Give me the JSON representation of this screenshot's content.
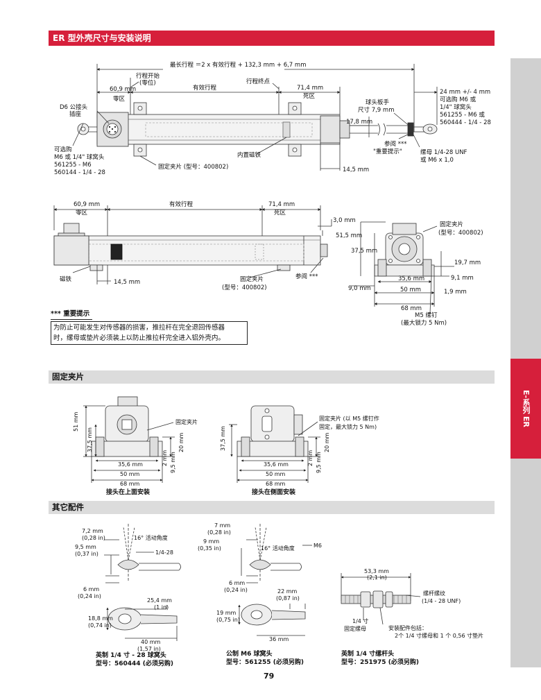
{
  "header": {
    "title": "ER 型外壳尺寸与安装说明"
  },
  "side_tab": {
    "label": "E-系列 ER"
  },
  "diagram_top": {
    "max_stroke": "最长行程 ＝2 x 有效行程 + 132,3 mm + 6,7 mm",
    "stroke_start": "行程开始",
    "stroke_start_zero": "(零位)",
    "stroke_end": "行程终点",
    "effective_stroke": "有效行程",
    "dim_60_9": "60,9 mm",
    "zero_zone": "零区",
    "dim_71_4": "71,4 mm",
    "dead_zone": "死区",
    "d6_connector": "D6 公接头",
    "d6_connector_2": "插座",
    "optional_buy": "可选购",
    "m6_rod_end": "M6 或 1/4\" 球窝头",
    "part_561255": "561255 - M6",
    "part_560144": "560144 - 1/4 - 28",
    "fixed_clamp": "固定夹片 (型号：400802)",
    "internal_magnet": "内置磁铁",
    "dim_14_5": "14,5 mm",
    "dim_17_8": "17,8 mm",
    "wrench_1": "球头板手",
    "wrench_2": "尺寸 7,9 mm",
    "ref_1": "参阅 ***",
    "ref_2": "\"重要提示\"",
    "nut_1": "缧母 1/4-28 UNF",
    "nut_2": "或 M6 x 1,0",
    "right_1": "24 mm +/- 4 mm",
    "right_2": "可选购 M6 或",
    "right_3": "1/4\" 球窝头",
    "right_4": "561255 - M6 或",
    "right_5": "560444 - 1/4 - 28"
  },
  "diagram_mid": {
    "dim_60_9": "60,9 mm",
    "zero_zone": "零区",
    "effective_stroke": "有效行程",
    "dim_71_4": "71,4 mm",
    "dead_zone": "死区",
    "magnet": "磁铁",
    "dim_14_5": "14,5 mm",
    "clamp_1": "固定夹片",
    "clamp_2": "(型号：400802)",
    "ref": "参阅 ***",
    "dim_3_0": "3,0 mm",
    "dim_51_5": "51,5 mm",
    "dim_37_5": "37,5 mm",
    "dim_19_7": "19,7 mm",
    "dim_9_1": "9,1 mm",
    "dim_35_6": "35,6 mm",
    "dim_9_0": "9,0 mm",
    "dim_50": "50 mm",
    "dim_1_9": "1,9 mm",
    "dim_68": "68 mm",
    "screw_1": "M5 缧钉",
    "screw_2": "(最大锁力 5 Nm)",
    "clamp_r1": "固定夹片",
    "clamp_r2": "(型号：400802)"
  },
  "notice": {
    "head": "*** 重要提示",
    "line1": "为防止可能发生对传感器的损害，推拉杆在完全退回传感器",
    "line2": "时，缧母或垫片必须装上以防止推拉杆完全进入铝外壳内。"
  },
  "section_clamp": {
    "title": "固定夹片"
  },
  "clamp_left": {
    "dim_51": "51 mm",
    "dim_37_5": "37,5 mm",
    "dim_20": "20 mm",
    "dim_2": "2 mm",
    "dim_9_5": "9,5 mm",
    "dim_35_6": "35,6 mm",
    "dim_50": "50 mm",
    "dim_68": "68 mm",
    "label": "固定夹片",
    "caption": "接头在上面安装"
  },
  "clamp_right": {
    "dim_37_5": "37,5 mm",
    "dim_20": "20 mm",
    "dim_2": "2 mm",
    "dim_9_5": "9,5 mm",
    "dim_35_6": "35,6 mm",
    "dim_50": "50 mm",
    "dim_68": "68 mm",
    "label_1": "固定夹片 (以 M5 缧钉作",
    "label_2": "固定，最大锁力 5 Nm)",
    "caption": "接头在侧面安装"
  },
  "section_other": {
    "title": "其它配件"
  },
  "acc1": {
    "d7_2": "7,2 mm",
    "d7_2i": "(0,28 in)",
    "d9_5": "9,5 mm",
    "d9_5i": "(0,37 in)",
    "angle": "16° 活动角度",
    "thread": "1/4-28",
    "d6": "6 mm",
    "d6i": "(0,24 in)",
    "d25_4": "25,4 mm",
    "d25_4i": "(1 in)",
    "d18_8": "18,8 mm",
    "d18_8i": "(0,74 in)",
    "d40": "40 mm",
    "d40i": "(1,57 in)",
    "cap1": "英制 1/4 寸 - 28 球窝头",
    "cap2": "型号：560444 (必须另购)"
  },
  "acc2": {
    "d7": "7 mm",
    "d7i": "(0,28 in)",
    "d9": "9 mm",
    "d9i": "(0,35 in)",
    "angle": "16° 活动角度",
    "thread": "M6",
    "d6": "6 mm",
    "d6i": "(0,24 in)",
    "d22": "22 mm",
    "d22i": "(0,87 in)",
    "d19": "19 mm",
    "d19i": "(0,75 in)",
    "d36": "36 mm",
    "cap1": "公制 M6 球窝头",
    "cap2": "型号：561255 (必须另购)"
  },
  "acc3": {
    "d53_3": "53,3 mm",
    "d53_3i": "(2,1 in)",
    "thread_1": "缧杆缧纹",
    "thread_2": "(1/4 - 28 UNF)",
    "nut_1": "1/4 寸",
    "nut_2": "固定缧母",
    "kit_1": "安装配件包括：",
    "kit_2": "2个 1/4 寸缧母和 1 个 0,56 寸垫片",
    "cap1": "英制 1/4 寸缧杆头",
    "cap2": "型号：251975 (必须另购)"
  },
  "footer": {
    "page_number": "79"
  }
}
